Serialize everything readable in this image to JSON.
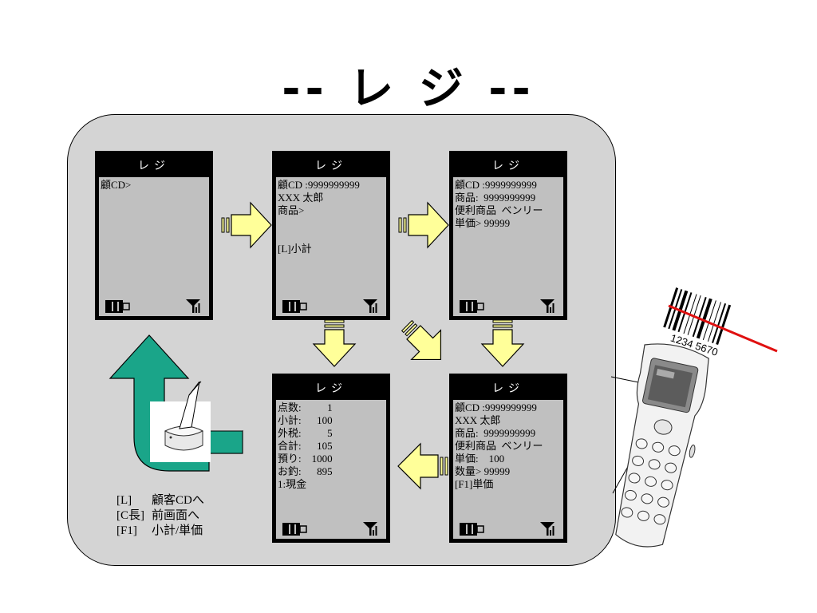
{
  "title": "-- レ ジ --",
  "screens": [
    {
      "id": "s1",
      "header": "レジ",
      "lines": [
        "顧CD>"
      ]
    },
    {
      "id": "s2",
      "header": "レジ",
      "lines": [
        "顧CD :9999999999",
        "XXX 太郎",
        "商品>",
        "",
        "",
        "[L]小計"
      ]
    },
    {
      "id": "s3",
      "header": "レジ",
      "lines": [
        "顧CD :9999999999",
        "商品:  9999999999",
        "便利商品  ベンリー",
        "単価> 99999"
      ]
    },
    {
      "id": "s4",
      "header": "レジ",
      "lines": [
        "点数:          1",
        "小計:      100",
        "外税:          5",
        "合計:      105",
        "預り:    1000",
        "お釣:      895",
        "1:現金"
      ]
    },
    {
      "id": "s5",
      "header": "レジ",
      "lines": [
        "顧CD :9999999999",
        "XXX 太郎",
        "商品:  9999999999",
        "便利商品  ベンリー",
        "単価:    100",
        "数量> 99999",
        "[F1]単価"
      ]
    }
  ],
  "legend": [
    {
      "key": "[L]",
      "desc": "顧客CDへ"
    },
    {
      "key": "[C長]",
      "desc": "前画面へ"
    },
    {
      "key": "[F1]",
      "desc": "小計/単価"
    }
  ],
  "barcode_number": "1234 5670",
  "icons": {
    "battery": "battery-icon",
    "signal": "signal-icon",
    "printer": "printer-icon",
    "scanner": "handheld-scanner-icon",
    "barcode": "barcode-icon"
  },
  "colors": {
    "flow_arrow": "#ffff99",
    "return_arrow": "#1aa589",
    "panel": "#d4d4d4",
    "screen": "#c0c0c0",
    "scan_line": "#e01010"
  }
}
